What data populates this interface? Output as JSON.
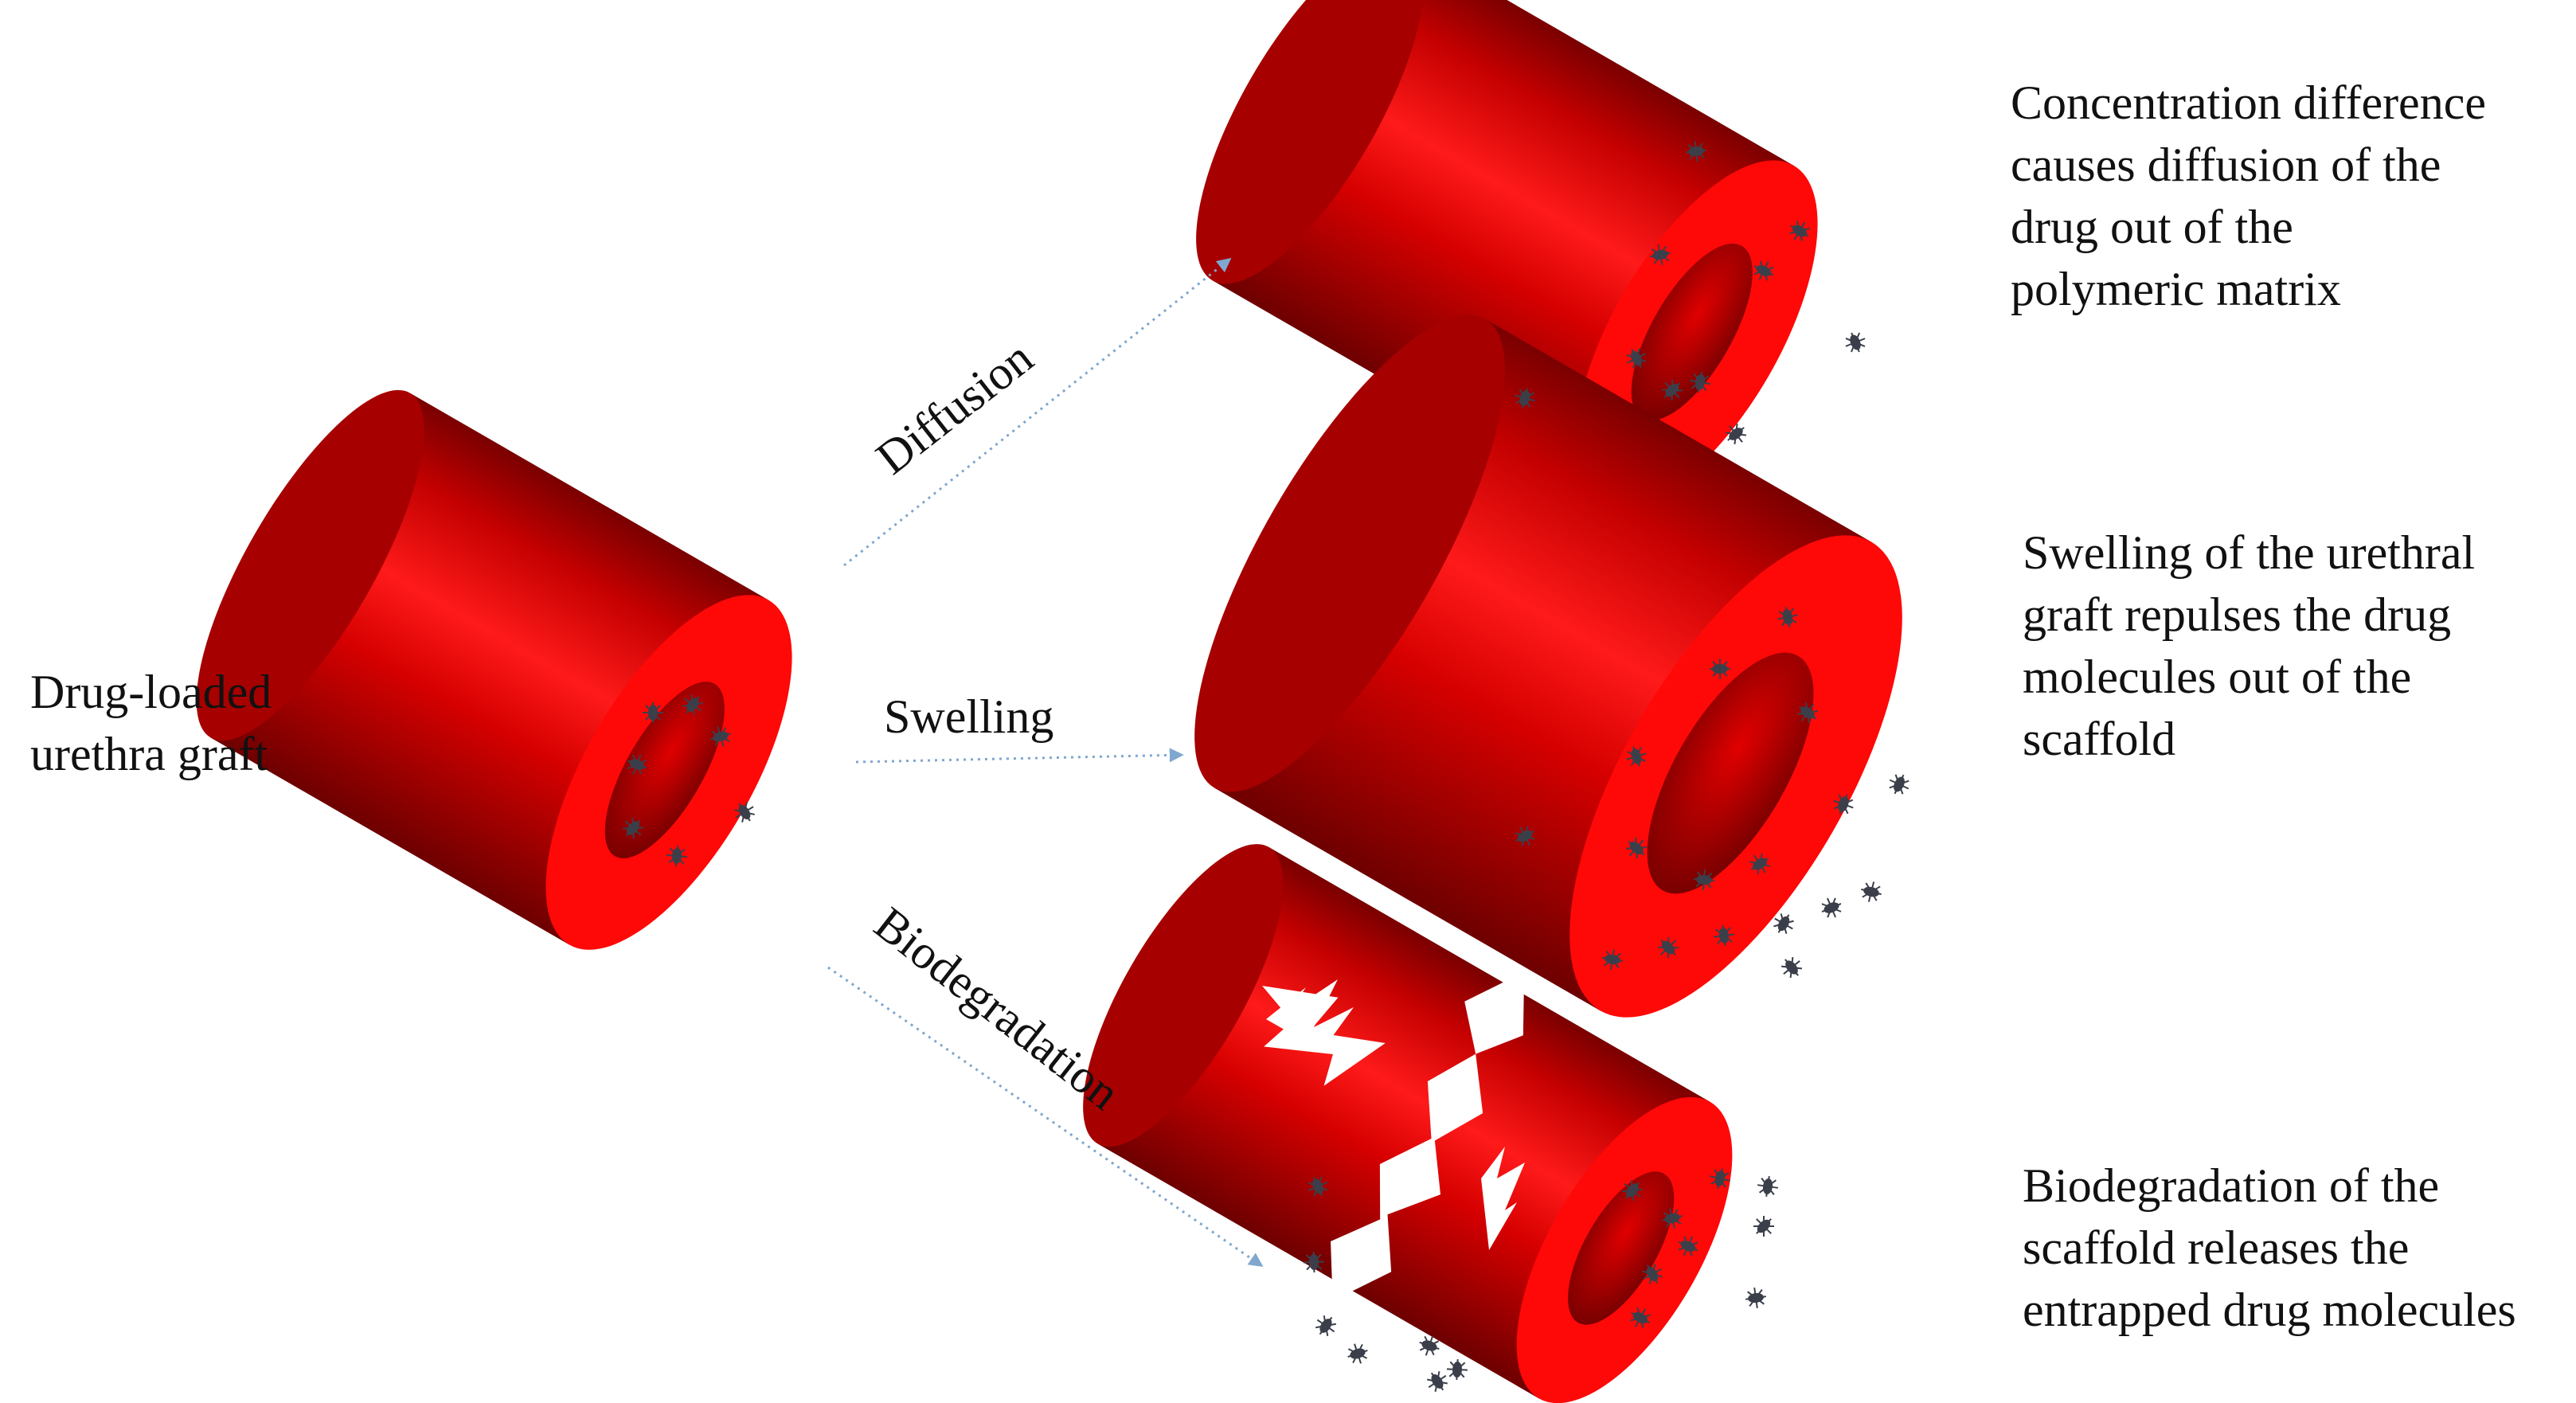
{
  "source": {
    "lines": [
      "Drug-loaded",
      "urethra graft"
    ]
  },
  "mechanisms": {
    "diffusion": "Diffusion",
    "swelling": "Swelling",
    "biodegradation": "Biodegradation"
  },
  "descriptions": {
    "diffusion": [
      "Concentration difference",
      "causes diffusion of the",
      "drug out of the",
      "polymeric matrix"
    ],
    "swelling": [
      "Swelling of the urethral",
      "graft repulses the drug",
      "molecules out of the",
      "scaffold"
    ],
    "biodegradation": [
      "Biodegradation of the",
      "scaffold releases the",
      "entrapped drug molecules"
    ]
  },
  "colors": {
    "tube": "#d80000",
    "tube_dark": "#8c0000",
    "tube_face": "#ff0a0a",
    "lumen": "#a00000",
    "arrow": "#7fa7cf",
    "drug": "#3b3f4a",
    "crack": "#ffffff"
  }
}
